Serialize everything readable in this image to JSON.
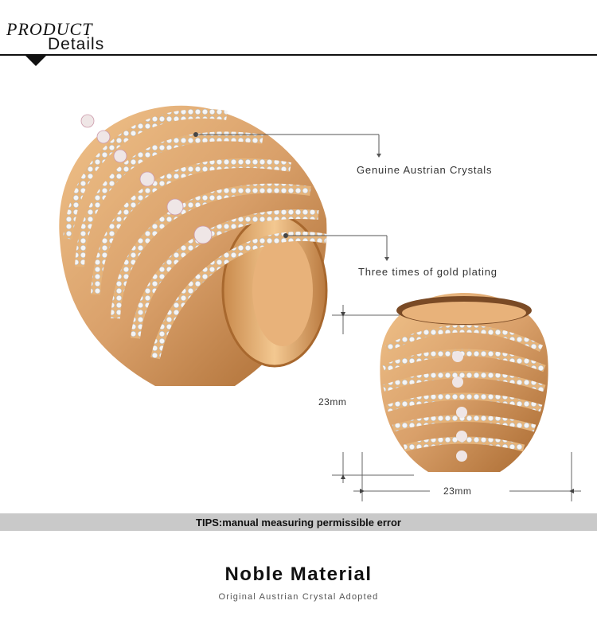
{
  "header": {
    "title_top": "PRODUCT",
    "title_bottom": "Details"
  },
  "callouts": [
    {
      "label": "Genuine Austrian Crystals"
    },
    {
      "label": "Three times of gold plating"
    }
  ],
  "dimensions": {
    "height_label": "23mm",
    "width_label": "23mm"
  },
  "tips": {
    "text": "TIPS:manual measuring permissible error"
  },
  "footer": {
    "title": "Noble Material",
    "subtitle": "Original Austrian Crystal Adopted"
  },
  "colors": {
    "gold": "#d9a06a",
    "gold_dark": "#b9793f",
    "tips_bar": "#c9c9c9"
  }
}
